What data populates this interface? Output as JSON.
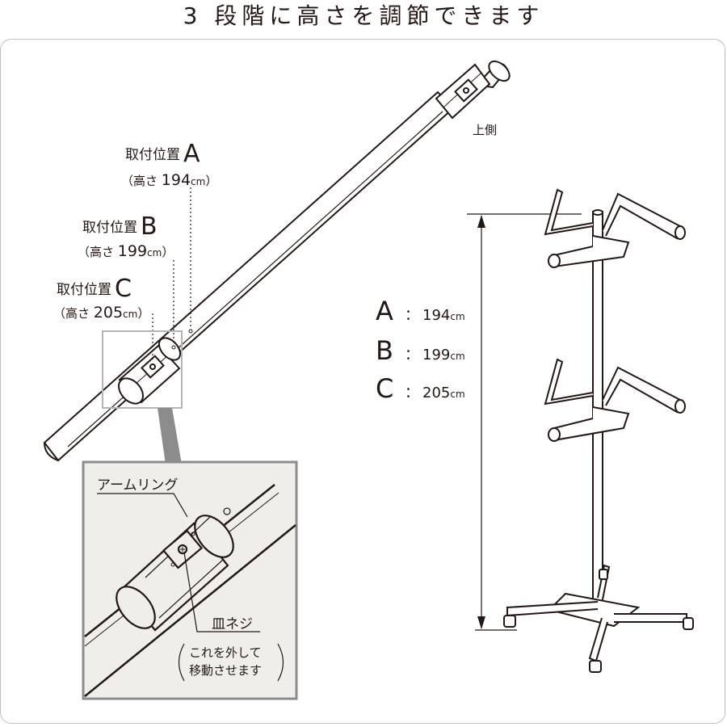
{
  "title": "3 段階に高さを調節できます",
  "top_side_label": "上側",
  "positions": [
    {
      "name": "取付位置",
      "letter": "A",
      "open": "（高さ ",
      "height": "194",
      "unit": "cm",
      "close": "）"
    },
    {
      "name": "取付位置",
      "letter": "B",
      "open": "（高さ ",
      "height": "199",
      "unit": "cm",
      "close": "）"
    },
    {
      "name": "取付位置",
      "letter": "C",
      "open": "（高さ ",
      "height": "205",
      "unit": "cm",
      "close": "）"
    }
  ],
  "legend": [
    {
      "letter": "A",
      "colon": "：",
      "value": "194",
      "unit": "cm"
    },
    {
      "letter": "B",
      "colon": "：",
      "value": "199",
      "unit": "cm"
    },
    {
      "letter": "C",
      "colon": "：",
      "value": "205",
      "unit": "cm"
    }
  ],
  "inset": {
    "arm_ring_label": "アームリング",
    "screw_label": "皿ネジ",
    "note_line1": "これを外して",
    "note_line2": "移動させます"
  },
  "colors": {
    "line": "#231815",
    "frame": "#bfbfbf",
    "inset_bg": "#efeeea",
    "inset_border": "#8c8c8c",
    "zoom_box": "#b5b5b5"
  }
}
